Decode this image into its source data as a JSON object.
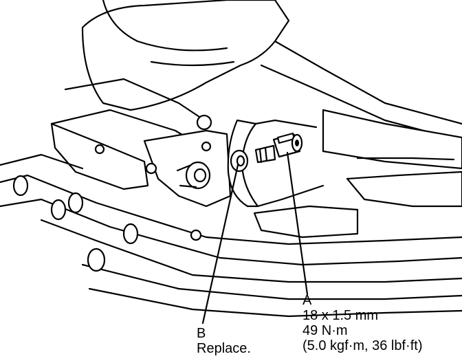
{
  "callouts": {
    "a": {
      "letter": "A",
      "size": "18 x 1.5 mm",
      "torque_nm": "49 N·m",
      "torque_alt": "(5.0 kgf·m, 36 lbf·ft)"
    },
    "b": {
      "letter": "B",
      "note": "Replace."
    }
  }
}
